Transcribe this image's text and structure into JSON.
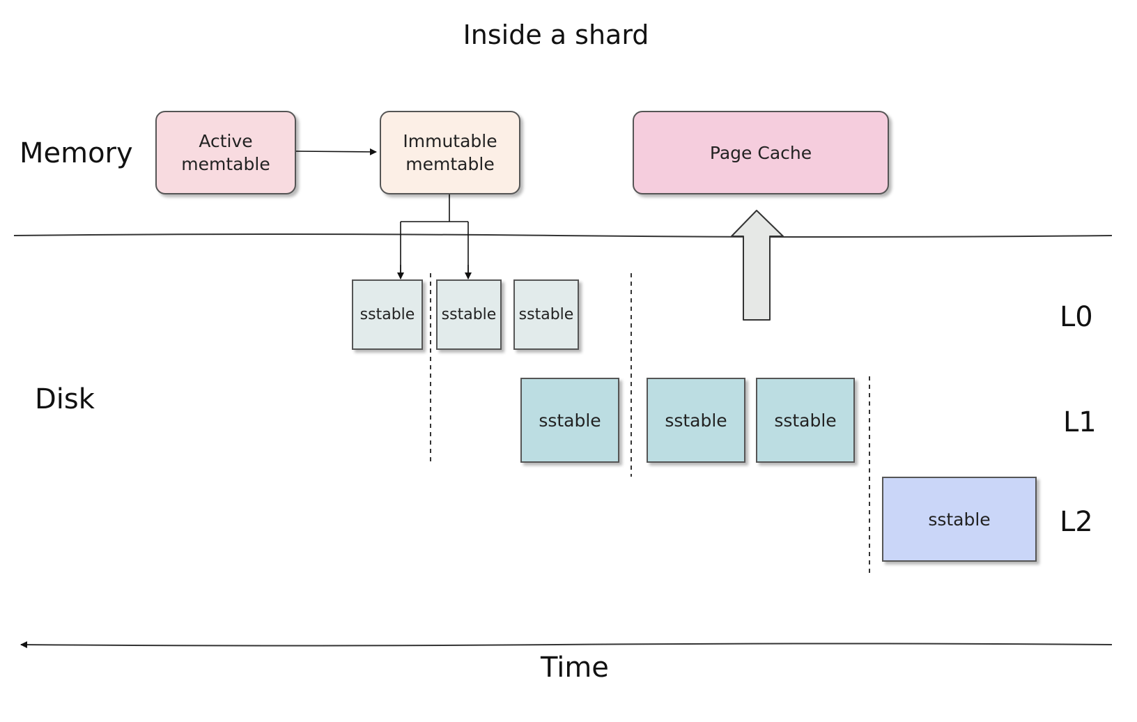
{
  "title": "Inside a shard",
  "regions": {
    "memory": "Memory",
    "disk": "Disk"
  },
  "levels": {
    "l0": "L0",
    "l1": "L1",
    "l2": "L2"
  },
  "axis": {
    "label": "Time"
  },
  "memory_boxes": {
    "active": {
      "line1": "Active",
      "line2": "memtable",
      "fill": "#f8dbe0"
    },
    "immutable": {
      "line1": "Immutable",
      "line2": "memtable",
      "fill": "#fcefe6"
    },
    "page_cache": {
      "label": "Page Cache",
      "fill": "#f5cddd"
    }
  },
  "sstables": {
    "l0": [
      "sstable",
      "sstable",
      "sstable"
    ],
    "l1": [
      "sstable",
      "sstable",
      "sstable"
    ],
    "l2": [
      "sstable"
    ]
  },
  "colors": {
    "l0_fill": "#e2ebeb",
    "l1_fill": "#bcdde2",
    "l2_fill": "#cad6f8",
    "upload_arrow_fill": "#e6e8e6"
  }
}
